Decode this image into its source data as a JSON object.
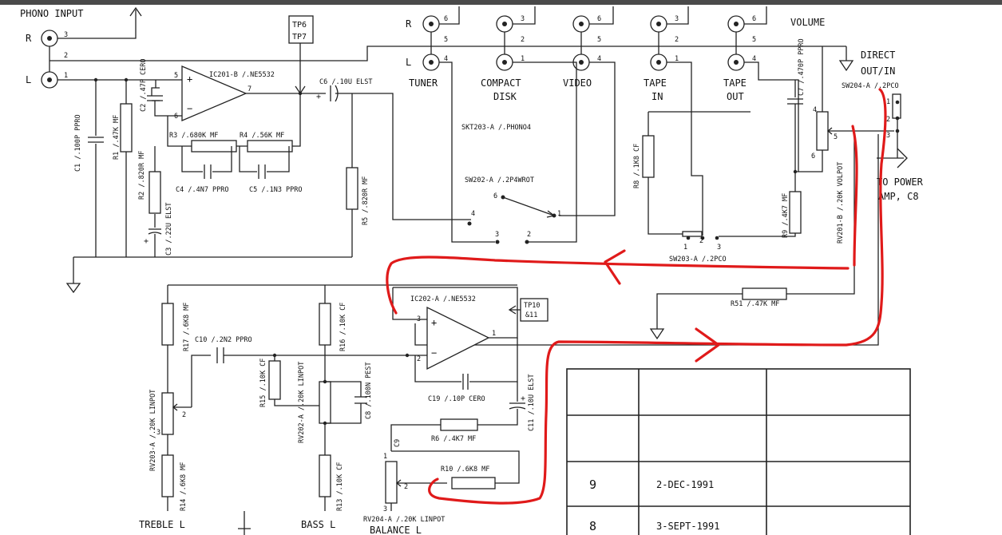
{
  "colors": {
    "ink": "#222222",
    "annotation": "#e01a1a",
    "topbar": "#4a4a4a"
  },
  "inputs": {
    "phono_title": "PHONO INPUT",
    "r": "R",
    "l": "L",
    "tp67": [
      "TP6",
      "TP7"
    ],
    "sources": [
      "TUNER",
      "COMPACT",
      "DISK",
      "VIDEO",
      "TAPE",
      "IN",
      "TAPE",
      "OUT"
    ],
    "volume": "VOLUME",
    "direct": [
      "DIRECT",
      "OUT/IN"
    ],
    "to_power": [
      "TO POWER",
      "AMP, C8"
    ]
  },
  "parts": {
    "ic201": "IC201-B /.NE5532",
    "c6": "C6 /.10U ELST",
    "c1": "C1 /.100P PPRO",
    "r1": "R1 /.47K MF",
    "c2": "C2 /.47P CERO",
    "r2": "R2 /.820R MF",
    "c3": "C3 /.22U ELST",
    "r3": "R3 /.680K MF",
    "r4": "R4 /.56K MF",
    "c4": "C4 /.4N7 PPRO",
    "c5": "C5 /.1N3 PPRO",
    "r5": "R5 /.820R MF",
    "skt203": "SKT203-A /.PHONO4",
    "sw202": "SW202-A /.2P4WROT",
    "r8": "R8 /.1K8 CF",
    "c7": "C7 /.470P PPRO",
    "r9": "R9 /.4K7 MF",
    "rv201": "RV201-B /.20K VOLPOT",
    "sw204": "SW204-A /.2PCO",
    "sw203": "SW203-A /.2PCO",
    "r51": "R51 /.47K MF",
    "ic202": "IC202-A /.NE5532",
    "tp10": [
      "TP10",
      "&11"
    ],
    "r17": "R17 /.6K8 MF",
    "c10": "C10 /.2N2 PPRO",
    "r16": "R16 /.10K CF",
    "rv203": "RV203-A /.20K LINPOT",
    "r15": "R15 /.10K CF",
    "rv202": "RV202-A /.20K LINPOT",
    "c8": "C8 /.100N PEST",
    "c19": "C19 /.10P CERO",
    "c11": "C11 /.10U ELST",
    "r6": "R6 /.4K7 MF",
    "r10": "R10 /.6K8 MF",
    "r14": "R14 /.6K8 MF",
    "r13": "R13 /.10K CF",
    "rv204": "RV204-A /.20K LINPOT"
  },
  "bottom_labels": {
    "treble": "TREBLE L",
    "bass": "BASS L",
    "balance": "BALANCE L"
  },
  "revisions": [
    {
      "rev": "9",
      "date": "2-DEC-1991"
    },
    {
      "rev": "8",
      "date": "3-SEPT-1991"
    }
  ]
}
